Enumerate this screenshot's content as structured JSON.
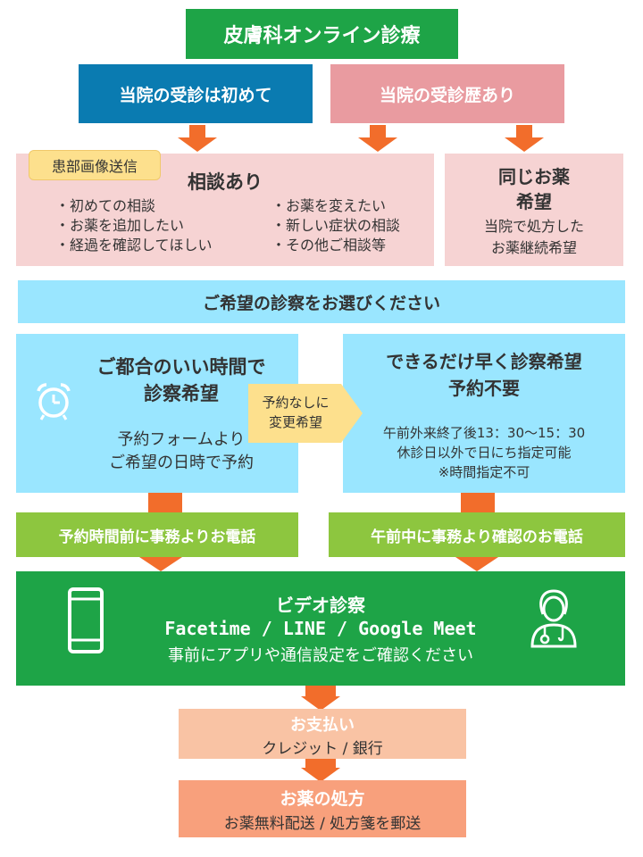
{
  "header": {
    "title": "皮膚科オンライン診療"
  },
  "entry": {
    "first_visit": "当院の受診は初めて",
    "returning": "当院の受診歴あり"
  },
  "consult": {
    "tag": "患部画像送信",
    "title": "相談あり",
    "items_left": [
      "・初めての相談",
      "・お薬を追加したい",
      "・経過を確認してほしい"
    ],
    "items_right": [
      "・お薬を変えたい",
      "・新しい症状の相談",
      "・その他ご相談等"
    ]
  },
  "same_medicine": {
    "title_line1": "同じお薬",
    "title_line2": "希望",
    "desc_line1": "当院で処方した",
    "desc_line2": "お薬継続希望"
  },
  "choose": "ご希望の診察をお選びください",
  "reserved": {
    "title_line1": "ご都合のいい時間で",
    "title_line2": "診察希望",
    "desc_line1": "予約フォームより",
    "desc_line2": "ご希望の日時で予約",
    "icon": "alarm-clock-icon"
  },
  "asap": {
    "title_line1": "できるだけ早く診察希望",
    "title_line2": "予約不要",
    "desc_line1": "午前外来終了後13：30〜15：30",
    "desc_line2": "休診日以外で日にち指定可能",
    "desc_line3": "※時間指定不可"
  },
  "change_note": {
    "line1": "予約なしに",
    "line2": "変更希望"
  },
  "calls": {
    "left": "予約時間前に事務よりお電話",
    "right": "午前中に事務より確認のお電話"
  },
  "video": {
    "title": "ビデオ診察",
    "apps": "Facetime / LINE / Google Meet",
    "note": "事前にアプリや通信設定をご確認ください",
    "icons": [
      "smartphone-icon",
      "doctor-icon"
    ]
  },
  "payment": {
    "title": "お支払い",
    "methods": "クレジット / 銀行"
  },
  "prescription": {
    "title": "お薬の処方",
    "desc": "お薬無料配送 / 処方箋を郵送"
  },
  "colors": {
    "green": "#1ea447",
    "blue": "#0a7bb1",
    "pink": "#e99ba0",
    "light_pink": "#f6d3d3",
    "light_blue": "#9ae6ff",
    "lime": "#8dc63f",
    "orange": "#f26d2b",
    "yellow": "#fde08d",
    "salmon_light": "#f9c3a4",
    "salmon": "#f8a07c"
  }
}
